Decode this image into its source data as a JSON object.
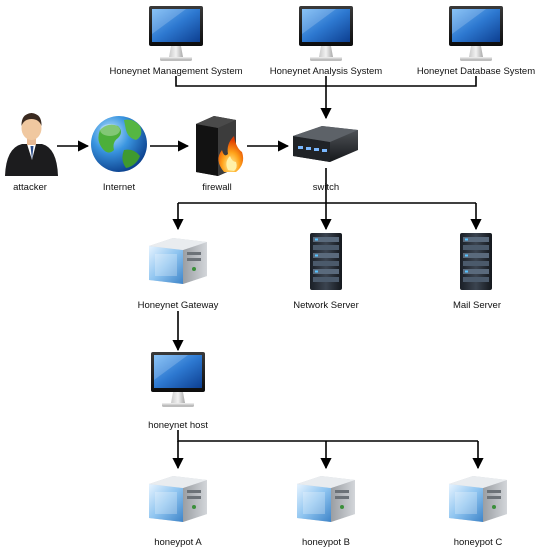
{
  "nodes": {
    "mgmt": {
      "label": "Honeynet Management System",
      "icon": "monitor-icon"
    },
    "analysis": {
      "label": "Honeynet Analysis System",
      "icon": "monitor-icon"
    },
    "database": {
      "label": "Honeynet Database System",
      "icon": "monitor-icon"
    },
    "attacker": {
      "label": "attacker",
      "icon": "person-icon"
    },
    "internet": {
      "label": "Internet",
      "icon": "globe-icon"
    },
    "firewall": {
      "label": "firewall",
      "icon": "firewall-icon"
    },
    "switch": {
      "label": "switch",
      "icon": "switch-icon"
    },
    "gateway": {
      "label": "Honeynet Gateway",
      "icon": "server-case-icon"
    },
    "netserver": {
      "label": "Network Server",
      "icon": "rack-server-icon"
    },
    "mailserver": {
      "label": "Mail Server",
      "icon": "rack-server-icon"
    },
    "host": {
      "label": "honeynet host",
      "icon": "monitor-icon"
    },
    "potA": {
      "label": "honeypot A",
      "icon": "server-case-icon"
    },
    "potB": {
      "label": "honeypot B",
      "icon": "server-case-icon"
    },
    "potC": {
      "label": "honeypot C",
      "icon": "server-case-icon"
    }
  },
  "edges": [
    {
      "from": "mgmt",
      "to": "switch",
      "style": "bus-arrow"
    },
    {
      "from": "analysis",
      "to": "switch",
      "style": "bus-arrow"
    },
    {
      "from": "database",
      "to": "switch",
      "style": "bus-arrow"
    },
    {
      "from": "attacker",
      "to": "internet",
      "style": "arrow"
    },
    {
      "from": "internet",
      "to": "firewall",
      "style": "arrow"
    },
    {
      "from": "firewall",
      "to": "switch",
      "style": "arrow"
    },
    {
      "from": "switch",
      "to": "gateway",
      "style": "bus-arrow"
    },
    {
      "from": "switch",
      "to": "netserver",
      "style": "bus-arrow"
    },
    {
      "from": "switch",
      "to": "mailserver",
      "style": "bus-arrow"
    },
    {
      "from": "gateway",
      "to": "host",
      "style": "arrow"
    },
    {
      "from": "host",
      "to": "potA",
      "style": "bus-arrow"
    },
    {
      "from": "host",
      "to": "potB",
      "style": "bus-arrow"
    },
    {
      "from": "host",
      "to": "potC",
      "style": "bus-arrow"
    }
  ]
}
